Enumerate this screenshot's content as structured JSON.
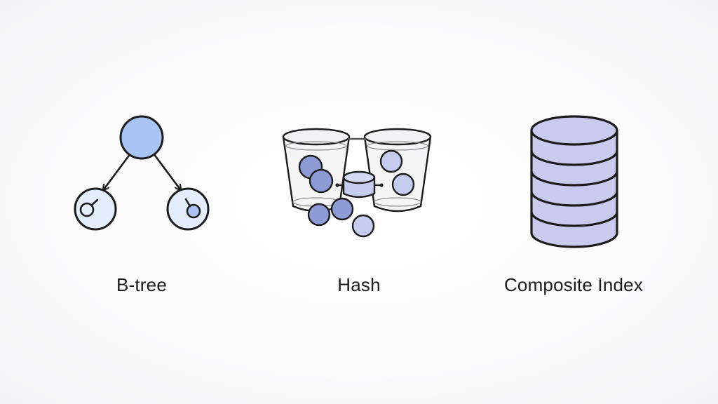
{
  "colors": {
    "stroke": "#1c1c1c",
    "root_fill": "#a9c4f2",
    "leaf_fill": "#e3edfb",
    "leaf_dot_fill": "#a9c4f2",
    "ball_dark": "#8d9bd6",
    "ball_light": "#c6ccee",
    "bucket_fill": "#ececef",
    "cylinder_fill": "#c9cbee"
  },
  "items": [
    {
      "id": "btree",
      "label": "B-tree",
      "icon": "b-tree-icon"
    },
    {
      "id": "hash",
      "label": "Hash",
      "icon": "hash-buckets-icon"
    },
    {
      "id": "composite",
      "label": "Composite Index",
      "icon": "database-stack-icon"
    }
  ]
}
